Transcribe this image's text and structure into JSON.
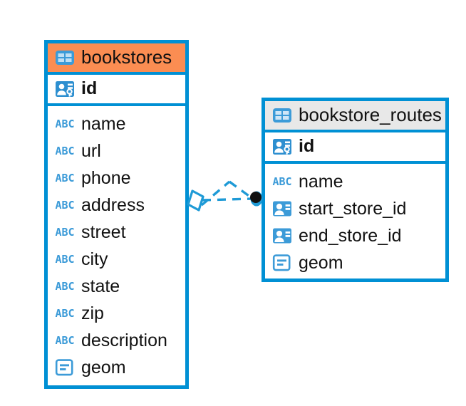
{
  "diagram": {
    "type": "entity-relationship-diagram",
    "colors": {
      "border": "#0090D4",
      "header_accent": "#FB8D52",
      "header_neutral": "#E8E8E8",
      "icon_blue": "#3C9BD8",
      "connector": "#1E9AD6",
      "endpoint_dot": "#111111",
      "text": "#111111",
      "background": "#FFFFFF"
    },
    "entities": [
      {
        "id": "bookstores",
        "name": "bookstores",
        "header_icon": "table-icon",
        "header_style": "accent",
        "primary_key": {
          "name": "id",
          "icon": "primary-key-icon"
        },
        "fields": [
          {
            "name": "name",
            "icon": "abc-icon",
            "icon_text": "ABC"
          },
          {
            "name": "url",
            "icon": "abc-icon",
            "icon_text": "ABC"
          },
          {
            "name": "phone",
            "icon": "abc-icon",
            "icon_text": "ABC"
          },
          {
            "name": "address",
            "icon": "abc-icon",
            "icon_text": "ABC"
          },
          {
            "name": "street",
            "icon": "abc-icon",
            "icon_text": "ABC"
          },
          {
            "name": "city",
            "icon": "abc-icon",
            "icon_text": "ABC"
          },
          {
            "name": "state",
            "icon": "abc-icon",
            "icon_text": "ABC"
          },
          {
            "name": "zip",
            "icon": "abc-icon",
            "icon_text": "ABC"
          },
          {
            "name": "description",
            "icon": "abc-icon",
            "icon_text": "ABC"
          },
          {
            "name": "geom",
            "icon": "geometry-icon",
            "icon_text": ""
          }
        ]
      },
      {
        "id": "bookstore_routes",
        "name": "bookstore_routes",
        "header_icon": "table-icon",
        "header_style": "neutral",
        "primary_key": {
          "name": "id",
          "icon": "primary-key-icon"
        },
        "fields": [
          {
            "name": "name",
            "icon": "abc-icon",
            "icon_text": "ABC"
          },
          {
            "name": "start_store_id",
            "icon": "foreign-key-icon",
            "icon_text": ""
          },
          {
            "name": "end_store_id",
            "icon": "foreign-key-icon",
            "icon_text": ""
          },
          {
            "name": "geom",
            "icon": "geometry-icon",
            "icon_text": ""
          }
        ]
      }
    ],
    "relationship": {
      "from": "bookstores",
      "to": "bookstore_routes",
      "line_style": "dashed",
      "source_endpoint": "diamond",
      "target_endpoint": "filled-circle"
    }
  }
}
